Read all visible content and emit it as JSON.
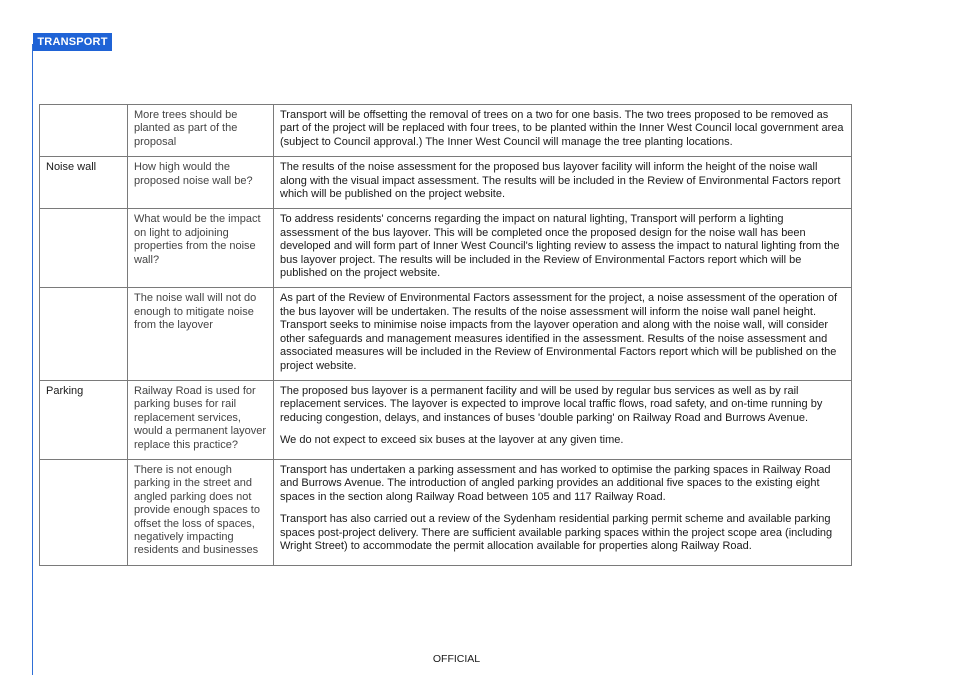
{
  "header": {
    "badge": "TRANSPORT",
    "accent_color": "#1f63d6"
  },
  "table": {
    "rows": [
      {
        "topic": "",
        "question": "More trees should be planted as part of the proposal",
        "response": [
          "Transport will be offsetting the removal of trees on a two for one basis. The two trees proposed to be removed as part of the project will be replaced with four trees, to be planted within the Inner West Council local government area (subject to Council approval.) The Inner West Council will manage the tree planting locations."
        ]
      },
      {
        "topic": "Noise wall",
        "question": "How high would the proposed noise wall be?",
        "response": [
          "The results of the noise assessment for the proposed bus layover facility will inform the height of the noise wall along with the visual impact assessment. The results will be included in the Review of Environmental Factors report which will be published on the project website."
        ]
      },
      {
        "topic": "",
        "question": "What would be the impact on light to adjoining properties from the noise wall?",
        "response": [
          "To address residents' concerns regarding the impact on natural lighting, Transport will perform a lighting assessment of the bus layover. This will be completed once the proposed design for the noise wall has been developed and will form part of Inner West Council's lighting review to assess the impact to natural lighting from the bus layover project. The results will be included in the Review of Environmental Factors report which will be published on the project website."
        ]
      },
      {
        "topic": "",
        "question": "The noise wall will not do enough to mitigate noise from the layover",
        "response": [
          "As part of the Review of Environmental Factors assessment for the project, a noise assessment of the operation of the bus layover will be undertaken. The results of the noise assessment will inform the noise wall panel height. Transport seeks to minimise noise impacts from the layover operation and along with the noise wall, will consider other safeguards and management measures identified in the assessment. Results of the noise assessment and associated measures will be included in the Review of Environmental Factors report which will be published on the project website."
        ]
      },
      {
        "topic": "Parking",
        "question": "Railway Road is used for parking buses for rail replacement services, would a permanent layover replace this practice?",
        "response": [
          "The proposed bus layover is a permanent facility and will be used by regular bus services as well as by rail replacement services. The layover is expected to improve local traffic flows, road safety, and on-time running by reducing congestion, delays, and instances of buses 'double parking' on Railway Road and Burrows Avenue.",
          "We do not expect to exceed six buses at the layover at any given time."
        ]
      },
      {
        "topic": "",
        "question": "There is not enough parking in the street and angled parking does not provide enough spaces to offset the loss of spaces, negatively impacting residents and businesses",
        "response": [
          "Transport has undertaken a parking assessment and has worked to optimise the parking spaces in Railway Road and Burrows Avenue. The introduction of angled parking provides an additional five spaces to the existing eight spaces in the section along Railway Road between 105 and 117 Railway Road.",
          "Transport has also carried out a review of the Sydenham residential parking permit scheme and available parking spaces post-project delivery. There are sufficient available parking spaces within the project scope area (including Wright Street) to accommodate the permit allocation available for properties along Railway Road."
        ]
      }
    ]
  },
  "footer": {
    "classification": "OFFICIAL"
  }
}
